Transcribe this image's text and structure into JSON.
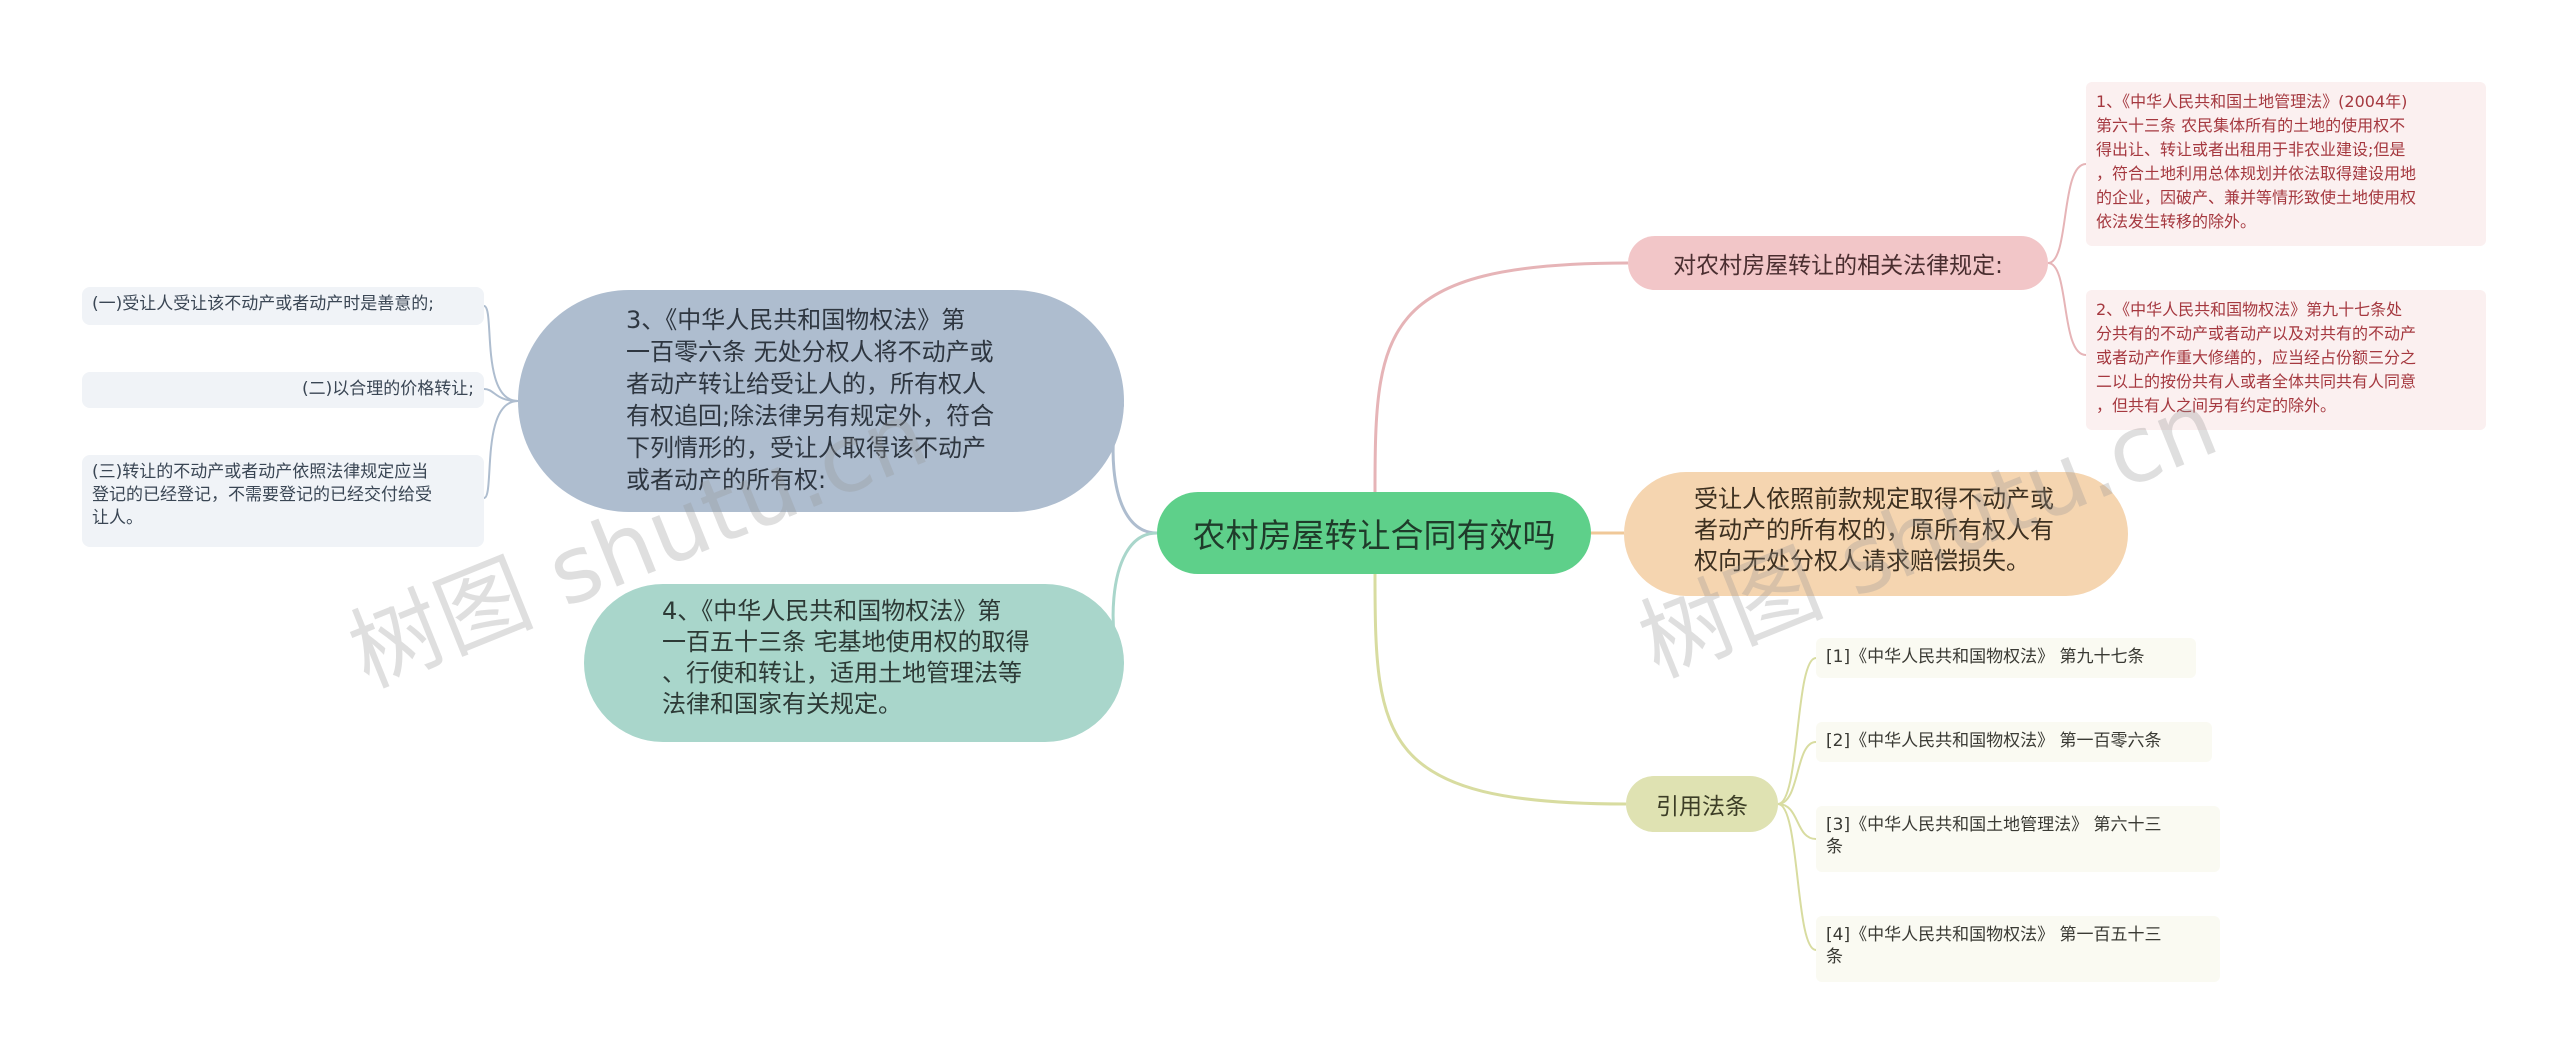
{
  "root": {
    "label": "农村房屋转让合同有效吗"
  },
  "left": {
    "node3": {
      "text": "3、《中华人民共和国物权法》第\n一百零六条 无处分权人将不动产或\n者动产转让给受让人的，所有权人\n有权追回;除法律另有规定外，符合\n下列情形的，受让人取得该不动产\n或者动产的所有权:",
      "children": [
        "(一)受让人受让该不动产或者动产时是善意的;",
        "(二)以合理的价格转让;",
        "(三)转让的不动产或者动产依照法律规定应当\n登记的已经登记，不需要登记的已经交付给受\n让人。"
      ]
    },
    "node4": {
      "text": "4、《中华人民共和国物权法》第\n一百五十三条 宅基地使用权的取得\n、行使和转让，适用土地管理法等\n法律和国家有关规定。"
    }
  },
  "right": {
    "legal": {
      "label": "对农村房屋转让的相关法律规定:",
      "children": [
        "1、《中华人民共和国土地管理法》(2004年)\n第六十三条 农民集体所有的土地的使用权不\n得出让、转让或者出租用于非农业建设;但是\n，符合土地利用总体规划并依法取得建设用地\n的企业，因破产、兼并等情形致使土地使用权\n依法发生转移的除外。",
        "2、《中华人民共和国物权法》第九十七条处\n分共有的不动产或者动产以及对共有的不动产\n或者动产作重大修缮的，应当经占份额三分之\n二以上的按份共有人或者全体共同共有人同意\n，但共有人之间另有约定的除外。"
      ]
    },
    "compensation": {
      "text": "受让人依照前款规定取得不动产或\n者动产的所有权的，原所有权人有\n权向无处分权人请求赔偿损失。"
    },
    "citations": {
      "label": "引用法条",
      "children": [
        "[1]《中华人民共和国物权法》 第九十七条",
        "[2]《中华人民共和国物权法》 第一百零六条",
        "[3]《中华人民共和国土地管理法》 第六十三\n条",
        "[4]《中华人民共和国物权法》 第一百五十三\n条"
      ]
    }
  },
  "watermark": [
    "树图 shutu.cn",
    "树图 shutu.cn"
  ],
  "colors": {
    "root": "#5ed08a",
    "legal": "#f2c6c8",
    "node3": "#aebdcf",
    "node4": "#a9d6cb",
    "compensation": "#f5d5b0",
    "citations": "#dfe2b2"
  }
}
